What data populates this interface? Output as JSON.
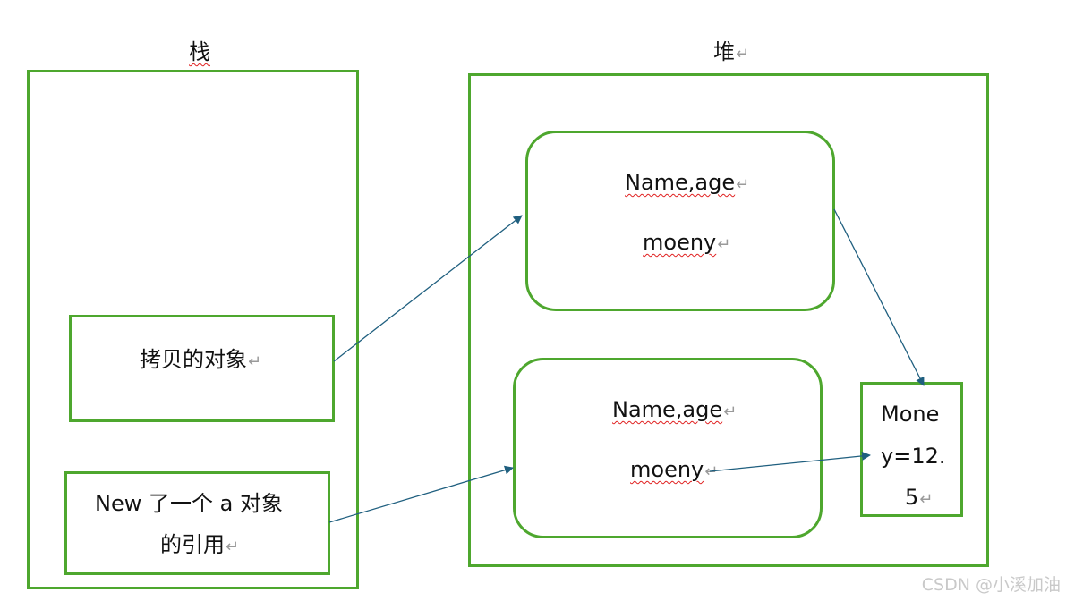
{
  "stack": {
    "title": "栈",
    "copy_object_label": "拷贝的对象",
    "new_ref_line1": "New 了一个 a 对象",
    "new_ref_line2": "的引用"
  },
  "heap": {
    "title": "堆",
    "object1": {
      "field1": "Name,age",
      "field2": "moeny"
    },
    "object2": {
      "field1": "Name,age",
      "field2": "moeny"
    },
    "money_box": {
      "line1": "Mone",
      "line2": "y=12.",
      "line3": "5"
    }
  },
  "watermark": "CSDN @小溪加油",
  "colors": {
    "box_border": "#4ea72e",
    "arrow": "#1f5f7f",
    "spellcheck": "#e02020"
  }
}
